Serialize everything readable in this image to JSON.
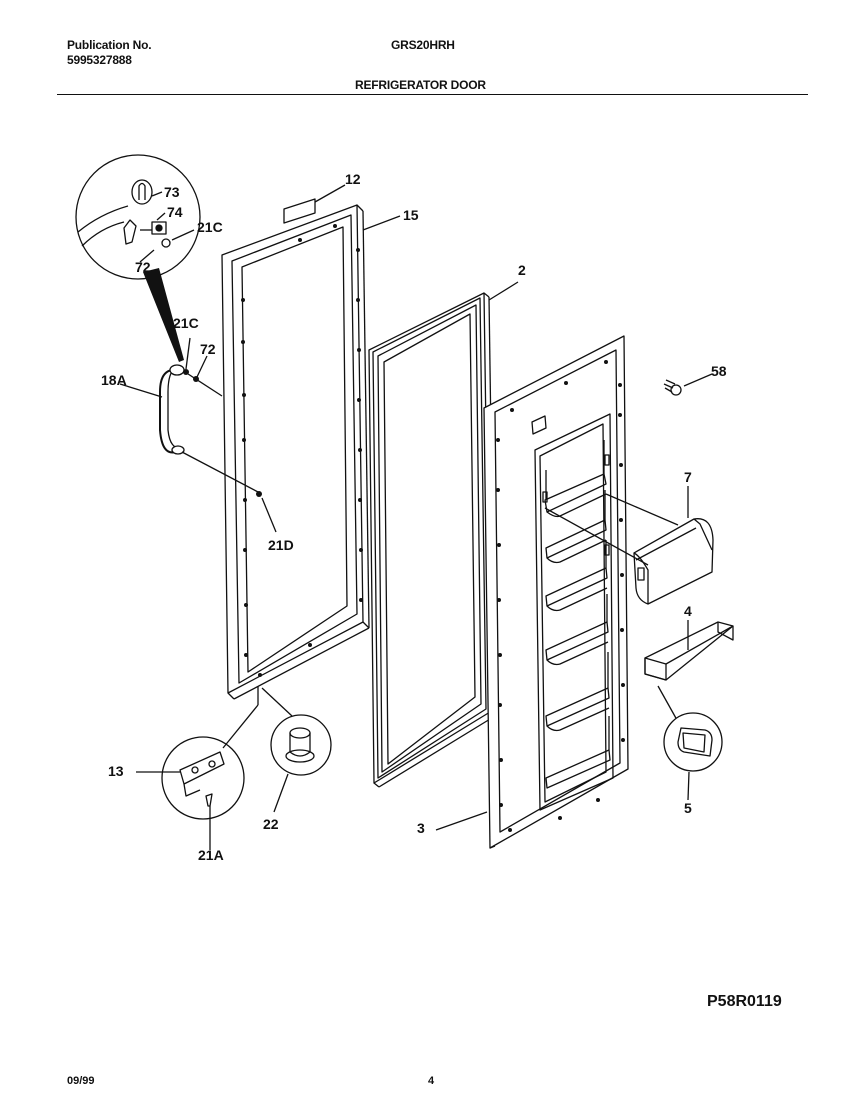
{
  "header": {
    "publication_label": "Publication No.",
    "publication_number": "5995327888",
    "model": "GRS20HRH",
    "section_title": "REFRIGERATOR DOOR"
  },
  "callouts": {
    "c12": "12",
    "c15": "15",
    "c2": "2",
    "c58": "58",
    "c7": "7",
    "c4": "4",
    "c5": "5",
    "c3": "3",
    "c13": "13",
    "c22": "22",
    "c21A": "21A",
    "c21D": "21D",
    "c18A": "18A",
    "c21C_main": "21C",
    "c72_main": "72",
    "c73": "73",
    "c74": "74",
    "c21C_detail": "21C",
    "c72_detail": "72"
  },
  "diagram_code": "P58R0119",
  "footer": {
    "date": "09/99",
    "page": "4"
  }
}
